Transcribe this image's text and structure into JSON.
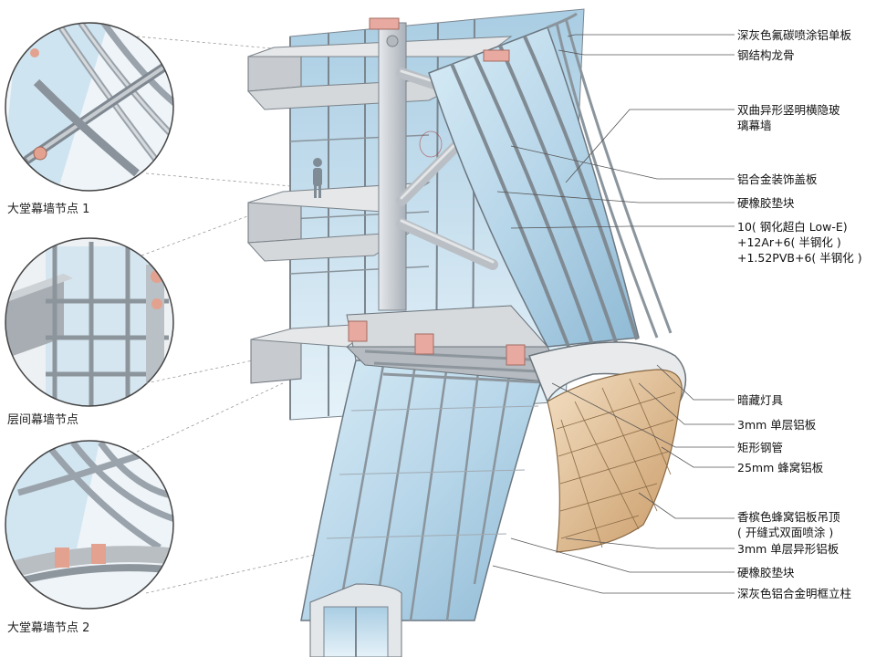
{
  "detail_labels": {
    "lobby_node_1": "大堂幕墙节点 1",
    "interfloor_node": "层间幕墙节点",
    "lobby_node_2": "大堂幕墙节点 2"
  },
  "callouts": [
    {
      "id": "dark-grey-fluorocarbon-panel",
      "lines": [
        "深灰色氟碳喷涂铝单板"
      ]
    },
    {
      "id": "steel-frame",
      "lines": [
        "钢结构龙骨"
      ]
    },
    {
      "id": "double-curved-glass-wall",
      "lines": [
        "双曲异形竖明横隐玻",
        "璃幕墙"
      ]
    },
    {
      "id": "aluminum-cover-plate",
      "lines": [
        "铝合金装饰盖板"
      ]
    },
    {
      "id": "rubber-pad-1",
      "lines": [
        "硬橡胶垫块"
      ]
    },
    {
      "id": "glass-spec",
      "lines": [
        "10( 钢化超白 Low-E)",
        "+12Ar+6( 半钢化 )",
        "+1.52PVB+6( 半钢化 )"
      ]
    },
    {
      "id": "concealed-light",
      "lines": [
        "暗藏灯具"
      ]
    },
    {
      "id": "aluminum-panel-3mm",
      "lines": [
        "3mm 单层铝板"
      ]
    },
    {
      "id": "rect-steel-tube",
      "lines": [
        "矩形钢管"
      ]
    },
    {
      "id": "honeycomb-panel-25mm",
      "lines": [
        "25mm 蜂窝铝板"
      ]
    },
    {
      "id": "champagne-ceiling",
      "lines": [
        "香槟色蜂窝铝板吊顶",
        "( 开缝式双面喷涂 )"
      ]
    },
    {
      "id": "shaped-panel-3mm",
      "lines": [
        "3mm 单层异形铝板"
      ]
    },
    {
      "id": "rubber-pad-2",
      "lines": [
        "硬橡胶垫块"
      ]
    },
    {
      "id": "dark-grey-mullion",
      "lines": [
        "深灰色铝合金明框立柱"
      ]
    }
  ],
  "colors": {
    "glass": "#bcd9ea",
    "glass_dark": "#8fb6cf",
    "frame": "#6f7a84",
    "steel": "#c9ced3",
    "ceiling": "#d9b78f",
    "pad": "#e7a9a0",
    "leader": "#555555"
  }
}
